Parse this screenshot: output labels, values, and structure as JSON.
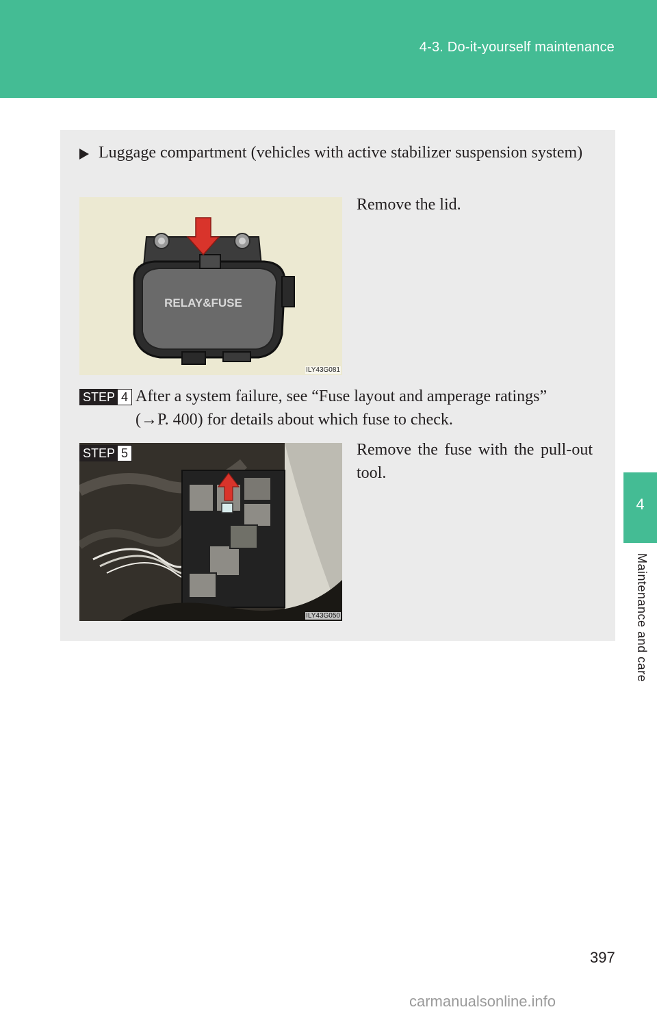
{
  "header": {
    "title": "4-3. Do-it-yourself maintenance"
  },
  "side_tab": {
    "number": "4",
    "label": "Maintenance and care"
  },
  "section": {
    "bullet": "Luggage compartment (vehicles with active stabilizer suspension system)",
    "image1": {
      "code": "ILY43G081",
      "cover_text": "RELAY&FUSE"
    },
    "image1_caption": "Remove the lid.",
    "step4": {
      "word": "STEP",
      "number": "4",
      "text_line1": "After a system failure, see “Fuse layout and amperage ratings”",
      "text_line2": "(→P. 400) for details about which fuse to check."
    },
    "step5": {
      "word": "STEP",
      "number": "5"
    },
    "image2": {
      "code": "ILY43G050"
    },
    "image2_caption": "Remove the fuse with the pull-out tool."
  },
  "footer": {
    "page_number": "397",
    "watermark": "carmanualsonline.info"
  },
  "colors": {
    "accent": "#44bc94",
    "panel": "#ebebeb",
    "arrow": "#d9342b"
  }
}
